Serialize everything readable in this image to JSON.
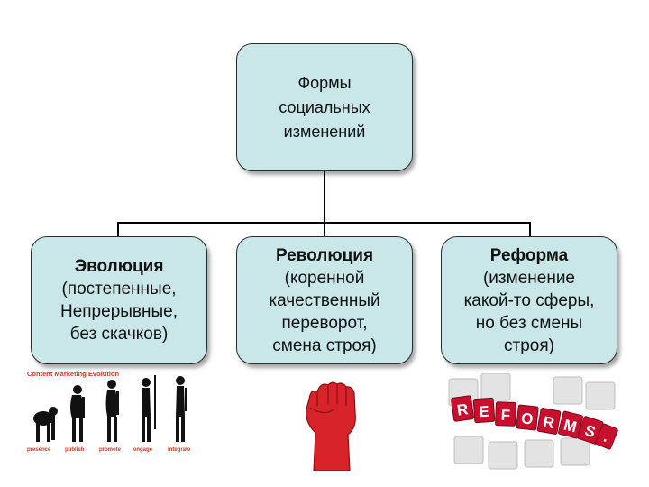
{
  "diagram": {
    "root": {
      "lines": [
        "Формы",
        "социальных",
        "изменений"
      ]
    },
    "children": [
      {
        "title": "Эволюция",
        "lines": [
          "(постепенные,",
          "Непрерывные,",
          "без скачков)"
        ]
      },
      {
        "title": "Революция",
        "lines": [
          "(коренной",
          "качественный",
          "переворот,",
          "смена строя)"
        ]
      },
      {
        "title": "Реформа",
        "lines": [
          "(изменение",
          "какой-то сферы,",
          "но без смены",
          "строя)"
        ]
      }
    ]
  },
  "images": {
    "evolution": {
      "caption": "Content Marketing Evolution",
      "stages": [
        "presence",
        "publish",
        "promote",
        "engage",
        "integrate"
      ]
    },
    "reform_word": [
      "R",
      "E",
      "F",
      "O",
      "R",
      "M",
      "S",
      "."
    ]
  },
  "colors": {
    "box_fill": "#c9e6e8",
    "box_border": "#2b2b2b",
    "fist": "#d8232a",
    "reform_tile": "#c8102e"
  },
  "icons": [
    "evolution-silhouettes-icon",
    "raised-fist-icon",
    "reforms-puzzle-icon"
  ]
}
